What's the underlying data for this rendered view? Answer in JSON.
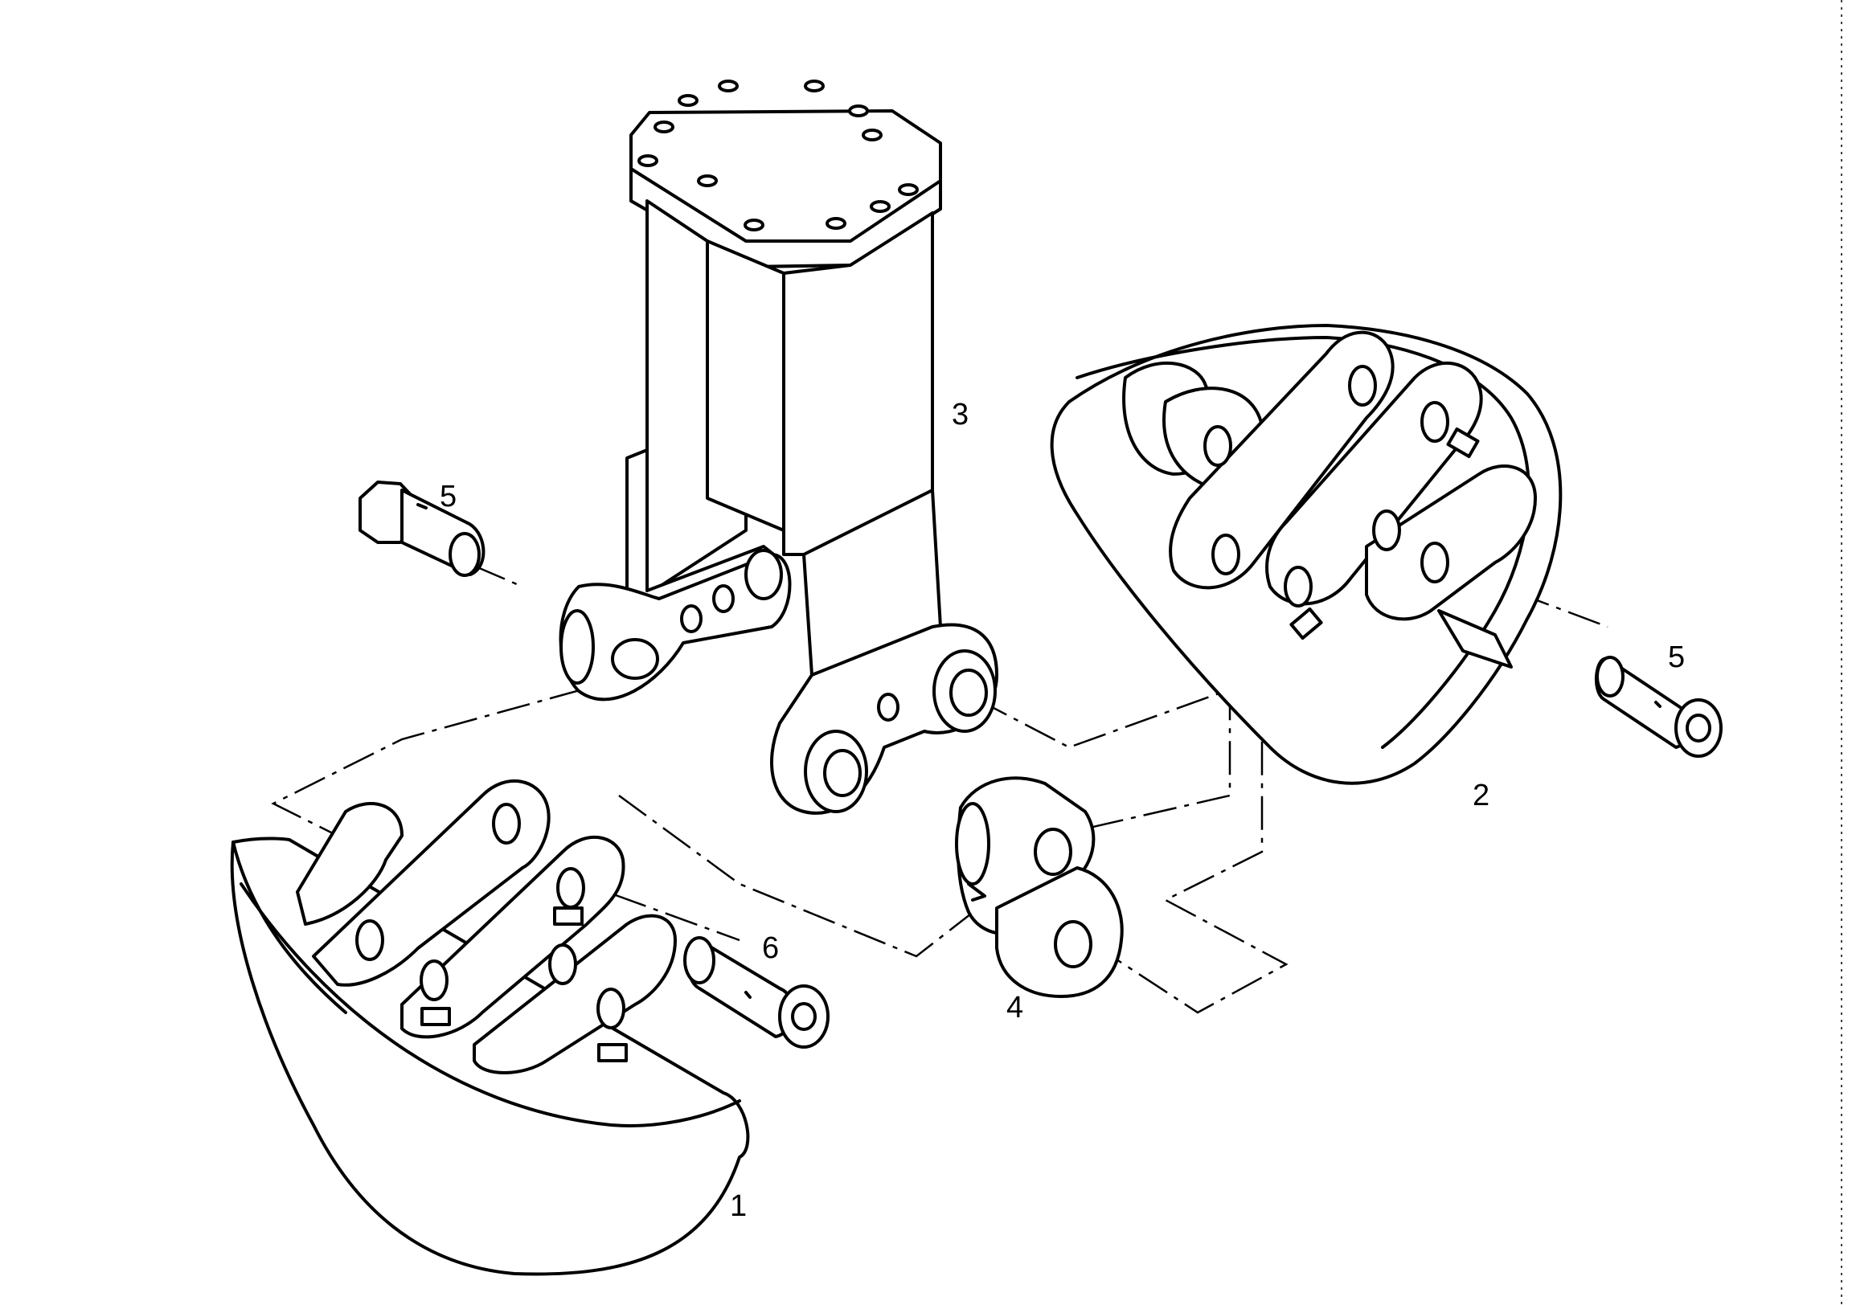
{
  "callouts": {
    "bucket_half_front": "1",
    "bucket_half_rear": "2",
    "rotator_bracket": "3",
    "link": "4",
    "pin_left": "5",
    "pin_right": "5",
    "pin_front": "6"
  }
}
